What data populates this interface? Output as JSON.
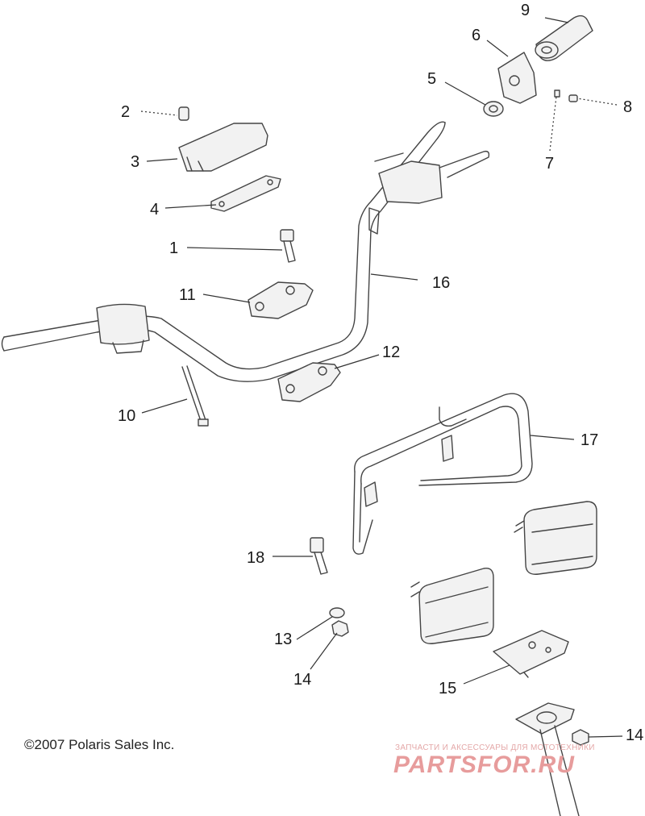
{
  "callouts": {
    "n1": "1",
    "n2": "2",
    "n3": "3",
    "n4": "4",
    "n5": "5",
    "n6": "6",
    "n7": "7",
    "n8": "8",
    "n9": "9",
    "n10": "10",
    "n11": "11",
    "n12": "12",
    "n13": "13",
    "n14a": "14",
    "n14b": "14",
    "n15": "15",
    "n16": "16",
    "n17": "17",
    "n18": "18"
  },
  "copyright": "©2007 Polaris Sales Inc.",
  "watermark": {
    "subtitle": "ЗАПЧАСТИ И АКСЕССУАРЫ ДЛЯ МОТОТЕХНИКИ",
    "brand": "PARTSFOR.RU"
  }
}
